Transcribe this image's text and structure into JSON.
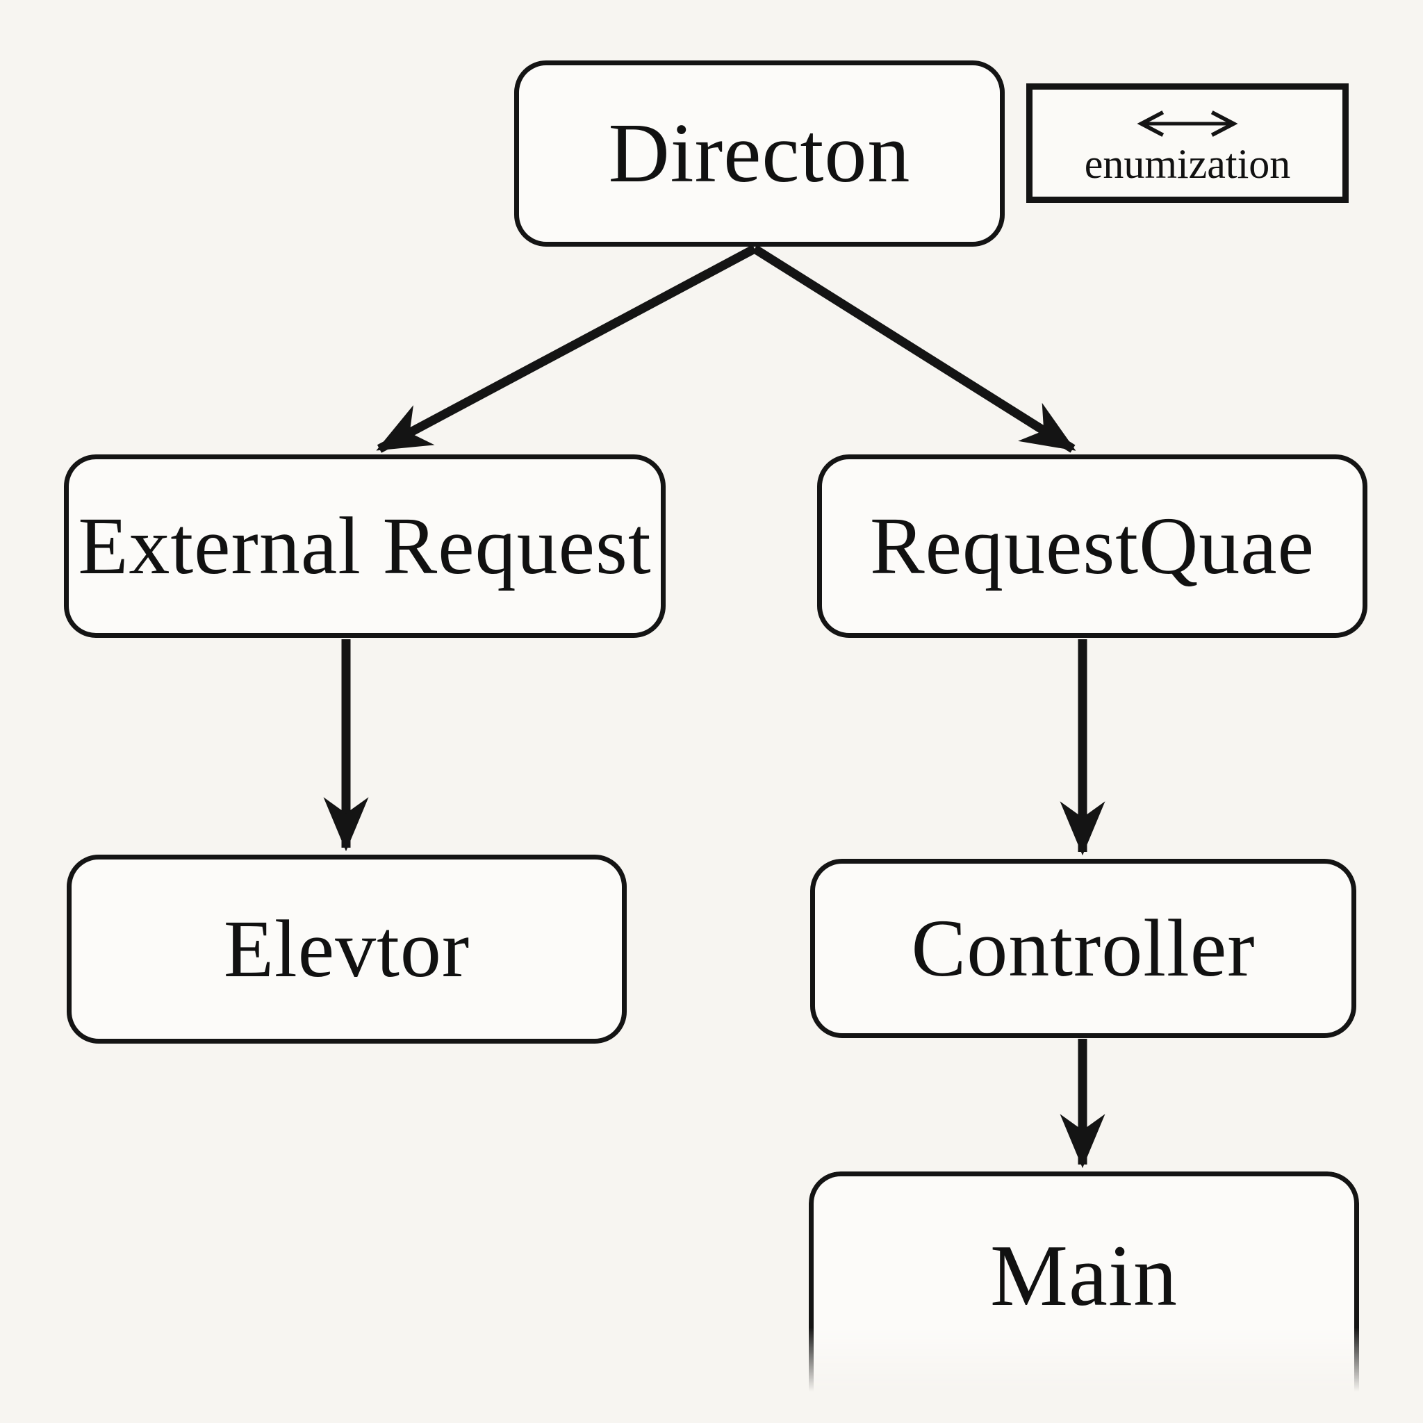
{
  "diagram": {
    "background_color": "#f7f5f1",
    "line_color": "#141414",
    "node_fill_color": "#fcfbf9",
    "text_color": "#111111",
    "nodes": [
      {
        "id": "directon",
        "label": "Directon"
      },
      {
        "id": "external-request",
        "label": "External Request"
      },
      {
        "id": "request-quae",
        "label": "RequestQuae"
      },
      {
        "id": "elevtor",
        "label": "Elevtor"
      },
      {
        "id": "controller",
        "label": "Controller"
      },
      {
        "id": "main",
        "label": "Main"
      }
    ],
    "edges": [
      {
        "from": "directon",
        "to": "external-request"
      },
      {
        "from": "directon",
        "to": "request-quae"
      },
      {
        "from": "external-request",
        "to": "elevtor"
      },
      {
        "from": "request-quae",
        "to": "controller"
      },
      {
        "from": "controller",
        "to": "main"
      }
    ],
    "legend": {
      "icon": "double-arrow-icon",
      "label": "enumization"
    }
  }
}
